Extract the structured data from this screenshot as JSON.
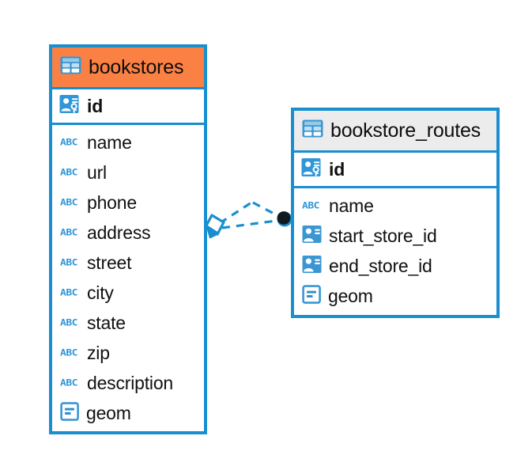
{
  "diagram": {
    "type": "entity-relationship-diagram",
    "colors": {
      "border_blue": "#1a8fd0",
      "header_orange": "#fb8043",
      "header_gray": "#ececec",
      "icon_blue": "#2f96d8",
      "connector_blue": "#1a8fd0",
      "endpoint_dark": "#101820",
      "text": "#111111"
    },
    "tables": [
      {
        "name": "bookstores",
        "header_style": "selected-orange",
        "icon": "table-grid-icon",
        "primary_key": {
          "label": "id",
          "icon": "primary-key-icon"
        },
        "fields": [
          {
            "label": "name",
            "icon": "abc-text-icon",
            "glyph": "ABC"
          },
          {
            "label": "url",
            "icon": "abc-text-icon",
            "glyph": "ABC"
          },
          {
            "label": "phone",
            "icon": "abc-text-icon",
            "glyph": "ABC"
          },
          {
            "label": "address",
            "icon": "abc-text-icon",
            "glyph": "ABC"
          },
          {
            "label": "street",
            "icon": "abc-text-icon",
            "glyph": "ABC"
          },
          {
            "label": "city",
            "icon": "abc-text-icon",
            "glyph": "ABC"
          },
          {
            "label": "state",
            "icon": "abc-text-icon",
            "glyph": "ABC"
          },
          {
            "label": "zip",
            "icon": "abc-text-icon",
            "glyph": "ABC"
          },
          {
            "label": "description",
            "icon": "abc-text-icon",
            "glyph": "ABC"
          },
          {
            "label": "geom",
            "icon": "geometry-icon",
            "glyph": ""
          }
        ]
      },
      {
        "name": "bookstore_routes",
        "header_style": "gray",
        "icon": "table-grid-icon",
        "primary_key": {
          "label": "id",
          "icon": "primary-key-icon"
        },
        "fields": [
          {
            "label": "name",
            "icon": "abc-text-icon",
            "glyph": "ABC"
          },
          {
            "label": "start_store_id",
            "icon": "foreign-key-icon",
            "glyph": ""
          },
          {
            "label": "end_store_id",
            "icon": "foreign-key-icon",
            "glyph": ""
          },
          {
            "label": "geom",
            "icon": "geometry-icon",
            "glyph": ""
          }
        ]
      }
    ],
    "relationship": {
      "from_table": "bookstores",
      "to_table": "bookstore_routes",
      "left_endpoint": "crowsfoot-many-symbol",
      "right_endpoint": "filled-circle-one-symbol",
      "line_style": "dashed"
    }
  }
}
